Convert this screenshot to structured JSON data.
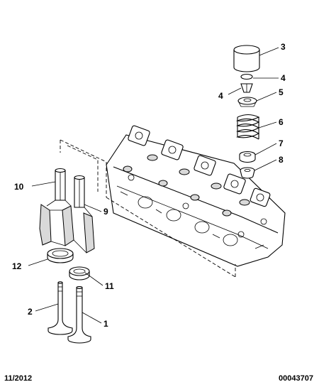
{
  "footer": {
    "date": "11/2012",
    "reference": "00043707"
  },
  "callouts": {
    "c1": "1",
    "c2": "2",
    "c3": "3",
    "c4a": "4",
    "c4b": "4",
    "c5": "5",
    "c6": "6",
    "c7": "7",
    "c8": "8",
    "c9": "9",
    "c10": "10",
    "c11": "11",
    "c12": "12"
  }
}
